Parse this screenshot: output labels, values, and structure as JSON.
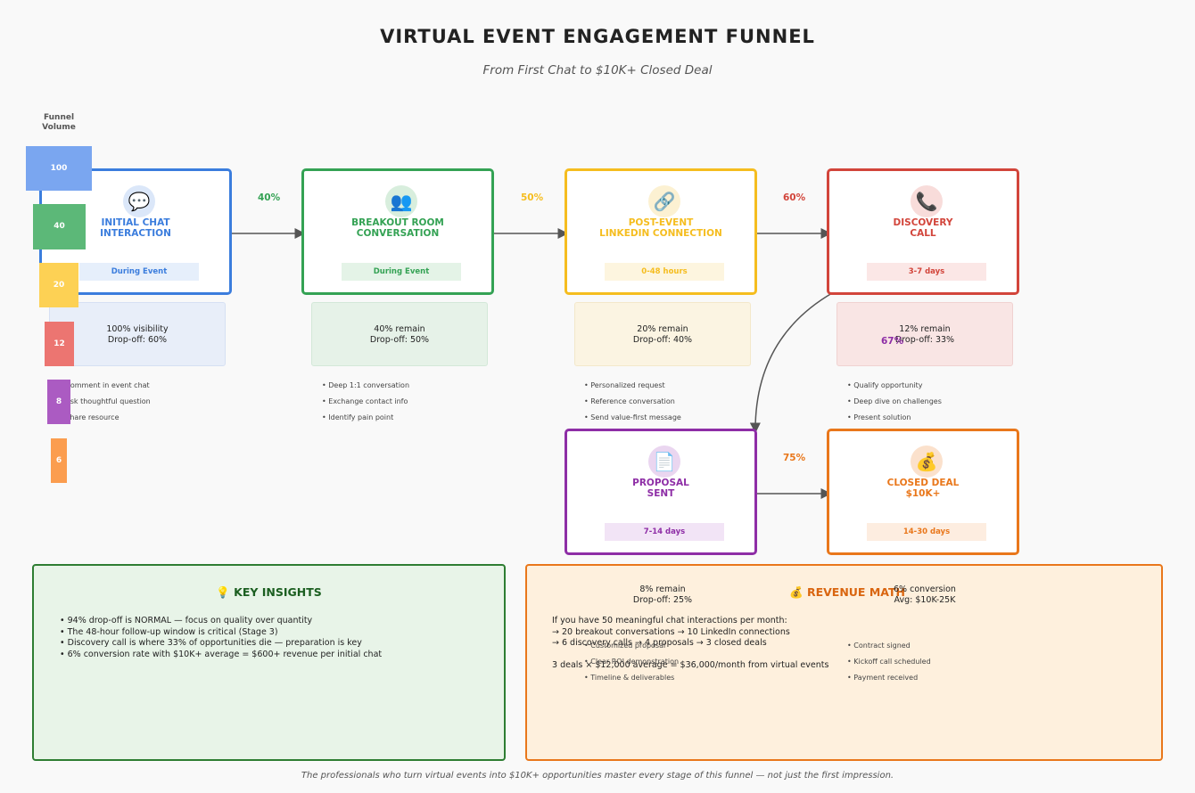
{
  "header": {
    "title": "VIRTUAL EVENT ENGAGEMENT FUNNEL",
    "subtitle": "From First Chat to $10K+ Closed Deal"
  },
  "funnel_volume": {
    "label": "Funnel Volume",
    "bars": [
      {
        "value": "100",
        "color": "#7aa6f0"
      },
      {
        "value": "40",
        "color": "#5cb878"
      },
      {
        "value": "20",
        "color": "#fdd154"
      },
      {
        "value": "12",
        "color": "#ec7571"
      },
      {
        "value": "8",
        "color": "#ab5bc2"
      },
      {
        "value": "6",
        "color": "#fb9d4f"
      }
    ]
  },
  "stages": [
    {
      "icon": "chat-bubble-icon",
      "glyph": "💬",
      "name": "INITIAL CHAT\nINTERACTION",
      "timing": "During Event",
      "color": "#3b7ddd",
      "light": "#dbe7f9",
      "tag_bg": "#e6effb",
      "stat_line1": "100% visibility",
      "stat_line2": "Drop-off: 60%",
      "stat_bg": "#e8eef9",
      "stat_border": "#d6e0f3",
      "actions": [
        "• Comment in event chat",
        "• Ask thoughtful question",
        "• Share resource"
      ]
    },
    {
      "icon": "people-icon",
      "glyph": "👥",
      "name": "BREAKOUT ROOM\nCONVERSATION",
      "timing": "During Event",
      "color": "#34a254",
      "light": "#d8eedd",
      "tag_bg": "#e4f3e7",
      "stat_line1": "40% remain",
      "stat_line2": "Drop-off: 50%",
      "stat_bg": "#e6f2e8",
      "stat_border": "#d3e8d8",
      "actions": [
        "• Deep 1:1 conversation",
        "• Exchange contact info",
        "• Identify pain point"
      ]
    },
    {
      "icon": "link-icon",
      "glyph": "🔗",
      "name": "POST-EVENT\nLINKEDIN CONNECTION",
      "timing": "0-48 hours",
      "color": "#f5bd1f",
      "light": "#fcf1d2",
      "tag_bg": "#fdf5df",
      "stat_line1": "20% remain",
      "stat_line2": "Drop-off: 40%",
      "stat_bg": "#fbf4e2",
      "stat_border": "#f3e8ca",
      "actions": [
        "• Personalized request",
        "• Reference conversation",
        "• Send value-first message"
      ]
    },
    {
      "icon": "phone-icon",
      "glyph": "📞",
      "name": "DISCOVERY\nCALL",
      "timing": "3-7 days",
      "color": "#d2453b",
      "light": "#f8dcda",
      "tag_bg": "#fbe7e6",
      "stat_line1": "12% remain",
      "stat_line2": "Drop-off: 33%",
      "stat_bg": "#f9e5e4",
      "stat_border": "#f0d2d1",
      "actions": [
        "• Qualify opportunity",
        "• Deep dive on challenges",
        "• Present solution"
      ]
    },
    {
      "icon": "document-icon",
      "glyph": "📄",
      "name": "PROPOSAL\nSENT",
      "timing": "7-14 days",
      "color": "#8e2ea6",
      "light": "#ead6f0",
      "tag_bg": "#f2e4f6",
      "stat_line1": "8% remain",
      "stat_line2": "Drop-off: 25%",
      "stat_bg": "#fbf0e4",
      "stat_border": "#f4e2cd",
      "actions": [
        "• Customized proposal",
        "• Clear ROI demonstration",
        "• Timeline & deliverables"
      ]
    },
    {
      "icon": "money-bag-icon",
      "glyph": "💰",
      "name": "CLOSED DEAL\n$10K+",
      "timing": "14-30 days",
      "color": "#e9771b",
      "light": "#fbe1cc",
      "tag_bg": "#fdede0",
      "stat_line1": "6% conversion",
      "stat_line2": "Avg: $10K-25K",
      "stat_bg": "#fdefde",
      "stat_border": "#f4e0c8",
      "actions": [
        "• Contract signed",
        "• Kickoff call scheduled",
        "• Payment received"
      ]
    }
  ],
  "transitions": [
    {
      "label": "40%",
      "color": "#34a254"
    },
    {
      "label": "50%",
      "color": "#f5bd1f"
    },
    {
      "label": "60%",
      "color": "#d2453b"
    },
    {
      "label": "67%",
      "color": "#8e2ea6"
    },
    {
      "label": "75%",
      "color": "#e9771b"
    }
  ],
  "insights": {
    "icon": "lightbulb-icon",
    "glyph": "💡",
    "title": "KEY INSIGHTS",
    "lines": [
      "• 94% drop-off is NORMAL — focus on quality over quantity",
      "• The 48-hour follow-up window is critical (Stage 3)",
      "• Discovery call is where 33% of opportunities die — preparation is key",
      "• 6% conversion rate with $10K+ average = $600+ revenue per initial chat"
    ],
    "color": "#2e7d32",
    "bg": "#e8f4e8"
  },
  "revenue": {
    "icon": "money-bag-icon",
    "glyph": "💰",
    "title": "REVENUE MATH",
    "lines": [
      "If you have 50 meaningful chat interactions per month:",
      "→ 20 breakout conversations → 10 LinkedIn connections",
      "→ 6 discovery calls → 4 proposals → 3 closed deals",
      "",
      "3 deals × $12,000 average = $36,000/month from virtual events"
    ],
    "color": "#e9771b",
    "title_color": "#d9650f",
    "bg": "#fef0dd"
  },
  "footer": "The professionals who turn virtual events into $10K+ opportunities master every stage of this funnel — not just the first impression."
}
